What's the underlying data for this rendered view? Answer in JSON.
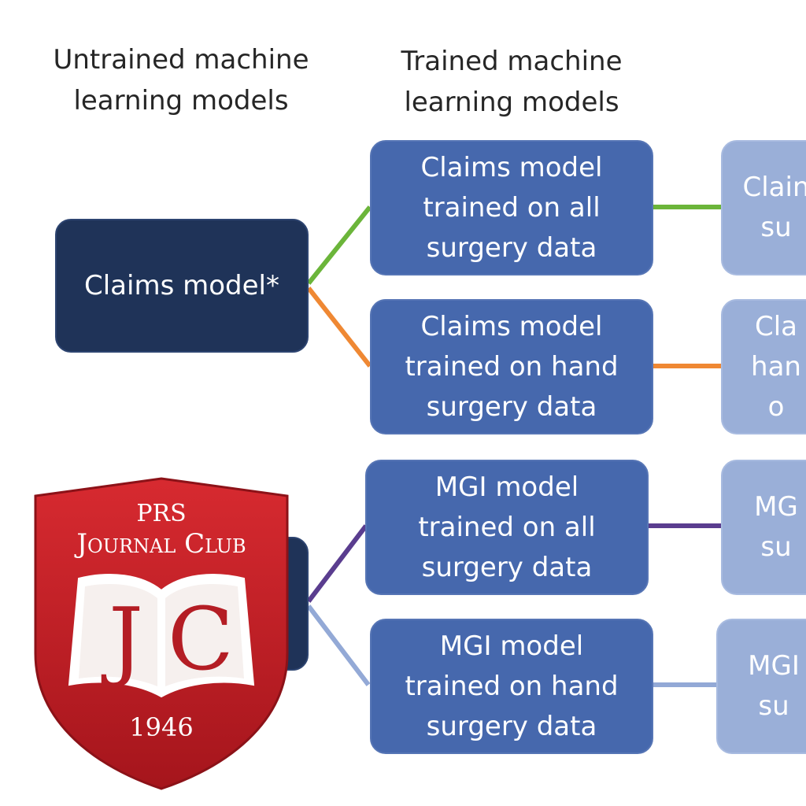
{
  "headers": {
    "untrained": "Untrained machine\nlearning models",
    "trained": "Trained machine\nlearning models"
  },
  "untrained_models": [
    {
      "label": "Claims model*"
    },
    {
      "label": ""
    }
  ],
  "trained_models": [
    {
      "label": "Claims model\ntrained on all\nsurgery data",
      "edge_color": "#6bb53a"
    },
    {
      "label": "Claims model\ntrained on hand\nsurgery data",
      "edge_color": "#ef8833"
    },
    {
      "label": "MGI model\ntrained on all\nsurgery data",
      "edge_color": "#5a3d8f"
    },
    {
      "label": "MGI model\ntrained on hand\nsurgery data",
      "edge_color": "#93a9d6"
    }
  ],
  "third_column": [
    {
      "label": "Clain\nsu"
    },
    {
      "label": "Cla\nhan\no"
    },
    {
      "label": "MG\nsu"
    },
    {
      "label": "MGI\nsu"
    }
  ],
  "badge": {
    "line1": "PRS",
    "line2": "Journal Club",
    "monogram_left": "J",
    "monogram_right": "C",
    "year": "1946"
  },
  "colors": {
    "dark_box": "#1f3358",
    "mid_box": "#4668ad",
    "light_box": "#9aafd8",
    "badge_red": "#c8242b"
  }
}
